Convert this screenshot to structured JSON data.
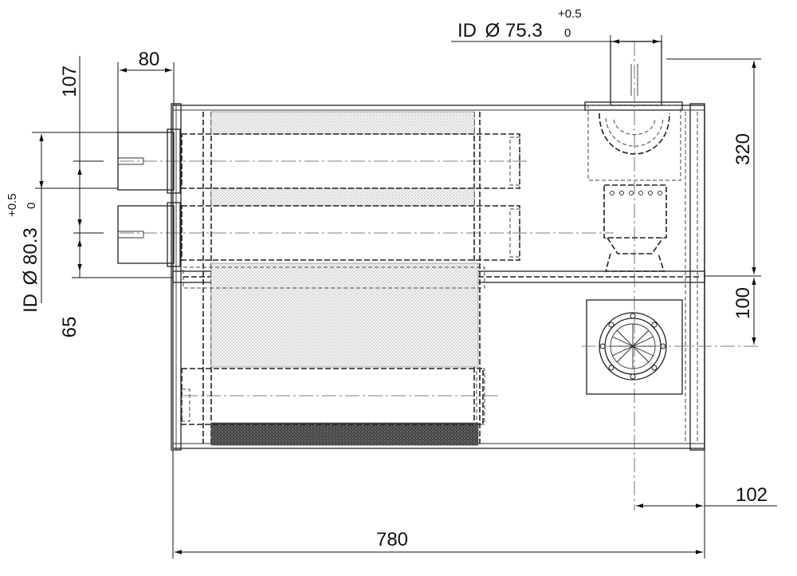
{
  "drawing": {
    "dimensions": {
      "outlet_diameter": {
        "prefix": "ID",
        "symbol": "Ø",
        "value": "75.3",
        "tol_upper": "+0.5",
        "tol_lower": "0"
      },
      "inlet_diameter": {
        "prefix": "ID",
        "symbol": "Ø",
        "value": "80.3",
        "tol_upper": "+0.5",
        "tol_lower": "0"
      },
      "inlet_length": "80",
      "inlet_offset_top": "107",
      "inlet_spacing": "65",
      "outlet_height": "320",
      "port_height": "100",
      "port_offset": "102",
      "overall_length": "780"
    }
  }
}
